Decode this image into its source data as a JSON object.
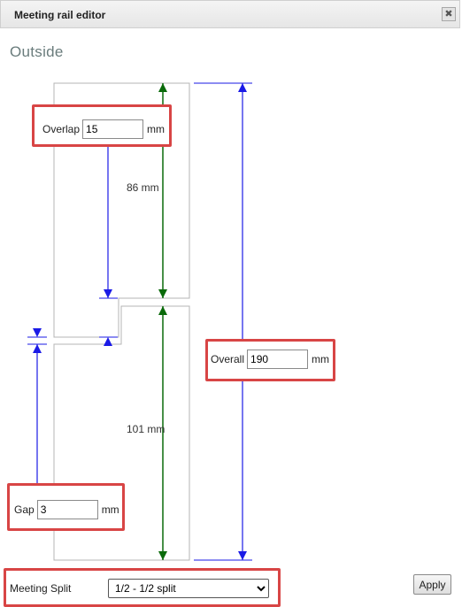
{
  "window": {
    "title": "Meeting rail editor",
    "close_glyph": "✖"
  },
  "section": {
    "title": "Outside"
  },
  "overlap": {
    "label": "Overlap",
    "value": "15",
    "unit": "mm"
  },
  "top_dimension": {
    "text": "86 mm"
  },
  "bottom_dimension": {
    "text": "101 mm"
  },
  "overall": {
    "label": "Overall",
    "value": "190",
    "unit": "mm"
  },
  "gap": {
    "label": "Gap",
    "value": "3",
    "unit": "mm"
  },
  "meeting_split": {
    "label": "Meeting Split",
    "selected": "1/2 - 1/2 split"
  },
  "apply": {
    "label": "Apply"
  },
  "colors": {
    "dimension_green": "#0a6a0a",
    "dimension_blue": "#1a1ae6",
    "callout_red": "#d84545",
    "outline_gray": "#b4b4b4"
  }
}
